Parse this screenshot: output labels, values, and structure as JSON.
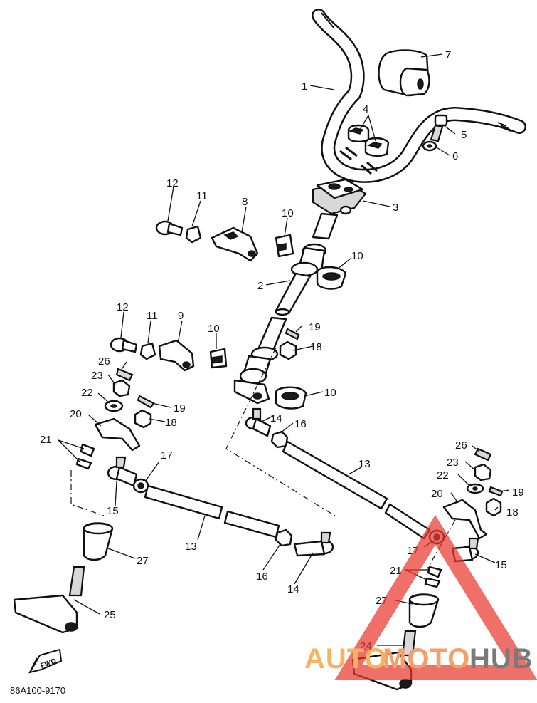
{
  "diagram": {
    "figure_code": "86A100-9170",
    "fwd_label": "FWD",
    "callouts": [
      {
        "id": "c1",
        "text": "1"
      },
      {
        "id": "c2",
        "text": "2"
      },
      {
        "id": "c3",
        "text": "3"
      },
      {
        "id": "c4",
        "text": "4"
      },
      {
        "id": "c5",
        "text": "5"
      },
      {
        "id": "c6",
        "text": "6"
      },
      {
        "id": "c7",
        "text": "7"
      },
      {
        "id": "c8",
        "text": "8"
      },
      {
        "id": "c9",
        "text": "9"
      },
      {
        "id": "c10a",
        "text": "10"
      },
      {
        "id": "c10b",
        "text": "10"
      },
      {
        "id": "c10c",
        "text": "10"
      },
      {
        "id": "c10d",
        "text": "10"
      },
      {
        "id": "c11a",
        "text": "11"
      },
      {
        "id": "c11b",
        "text": "11"
      },
      {
        "id": "c12a",
        "text": "12"
      },
      {
        "id": "c12b",
        "text": "12"
      },
      {
        "id": "c13a",
        "text": "13"
      },
      {
        "id": "c13b",
        "text": "13"
      },
      {
        "id": "c14a",
        "text": "14"
      },
      {
        "id": "c14b",
        "text": "14"
      },
      {
        "id": "c15a",
        "text": "15"
      },
      {
        "id": "c15b",
        "text": "15"
      },
      {
        "id": "c16a",
        "text": "16"
      },
      {
        "id": "c16b",
        "text": "16"
      },
      {
        "id": "c17a",
        "text": "17"
      },
      {
        "id": "c17b",
        "text": "17"
      },
      {
        "id": "c18a",
        "text": "18"
      },
      {
        "id": "c18b",
        "text": "18"
      },
      {
        "id": "c18c",
        "text": "18"
      },
      {
        "id": "c19a",
        "text": "19"
      },
      {
        "id": "c19b",
        "text": "19"
      },
      {
        "id": "c19c",
        "text": "19"
      },
      {
        "id": "c20a",
        "text": "20"
      },
      {
        "id": "c20b",
        "text": "20"
      },
      {
        "id": "c21a",
        "text": "21"
      },
      {
        "id": "c21b",
        "text": "21"
      },
      {
        "id": "c22a",
        "text": "22"
      },
      {
        "id": "c22b",
        "text": "22"
      },
      {
        "id": "c23a",
        "text": "23"
      },
      {
        "id": "c23b",
        "text": "23"
      },
      {
        "id": "c24",
        "text": "24"
      },
      {
        "id": "c25",
        "text": "25"
      },
      {
        "id": "c26a",
        "text": "26"
      },
      {
        "id": "c26b",
        "text": "26"
      },
      {
        "id": "c27a",
        "text": "27"
      },
      {
        "id": "c27b",
        "text": "27"
      }
    ]
  },
  "watermark": {
    "part1": "AUTO",
    "part2": "MOTO",
    "part3": "HUB",
    "color_auto": "#f6b463",
    "color_moto": "#f4a06a",
    "color_hub": "#7a7a7a",
    "triangle_color": "#e8392e"
  }
}
